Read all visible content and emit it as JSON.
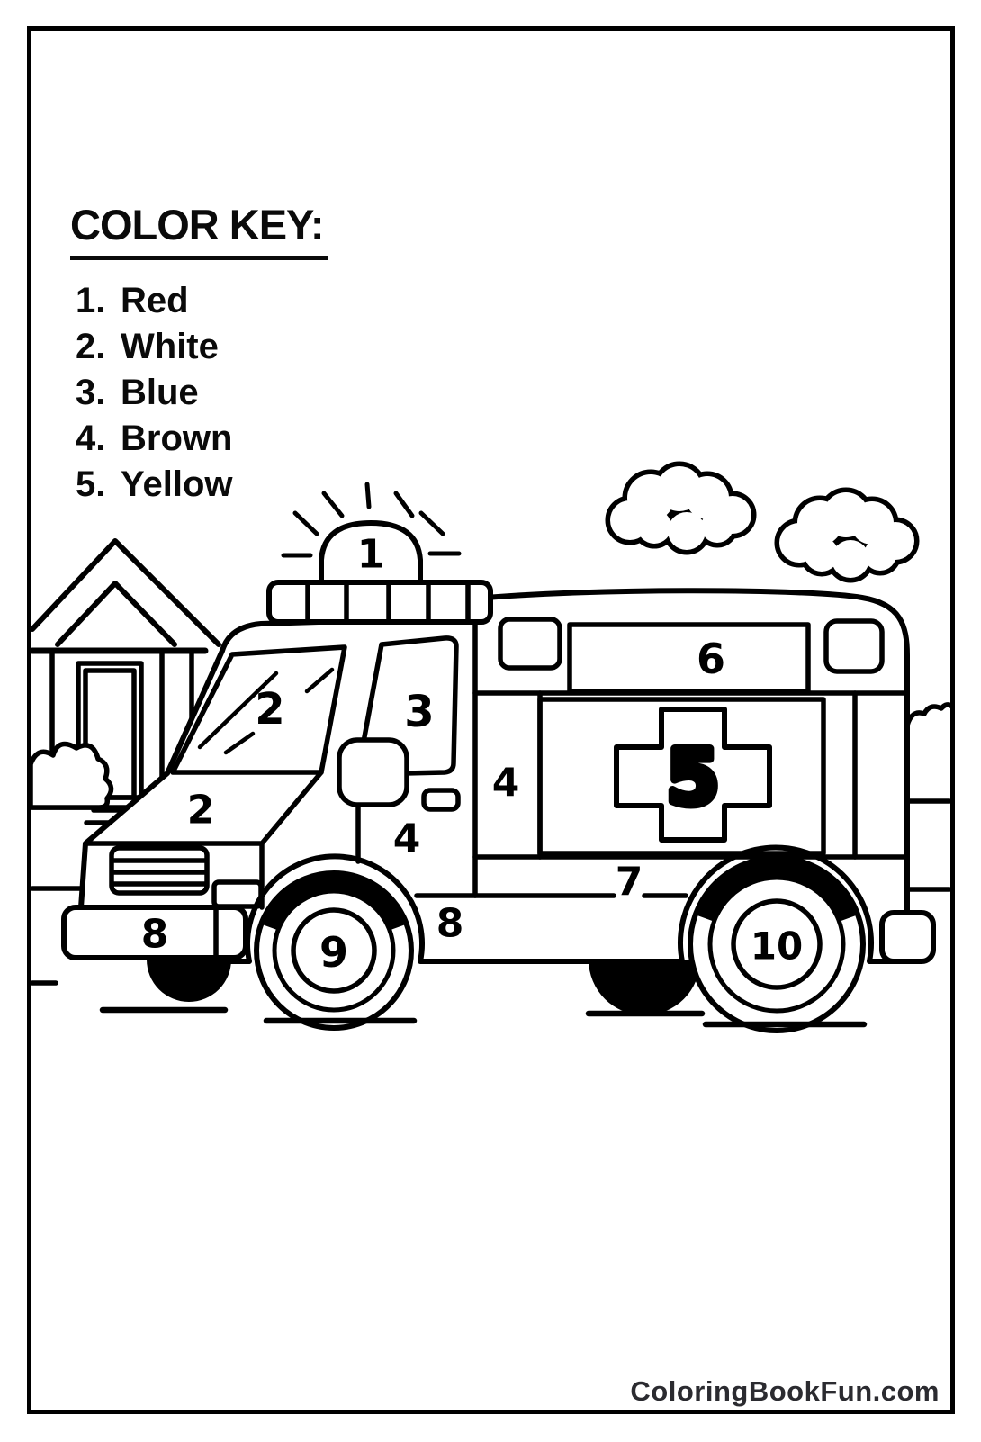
{
  "page": {
    "heading": "COLOR KEY:",
    "color_key": [
      {
        "num": "1.",
        "name": "Red"
      },
      {
        "num": "2.",
        "name": "White"
      },
      {
        "num": "3.",
        "name": "Blue"
      },
      {
        "num": "4.",
        "name": "Brown"
      },
      {
        "num": "5.",
        "name": "Yellow"
      }
    ],
    "footer": "ColoringBookFun.com"
  },
  "illustration": {
    "subject": "ambulance color-by-number line drawing with house, bushes and clouds",
    "labels": {
      "beacon": "1",
      "windshield": "2",
      "hood": "2",
      "door_window": "3",
      "door": "4",
      "side_strip": "4",
      "cross": "5",
      "upper_panel": "6",
      "skirt": "7",
      "front_bumper": "8",
      "rocker_panel": "8",
      "front_wheel": "9",
      "rear_wheel": "10"
    },
    "colors": {
      "ink": "#000000",
      "paper": "#ffffff",
      "footer_text": "#2b2b30"
    }
  }
}
